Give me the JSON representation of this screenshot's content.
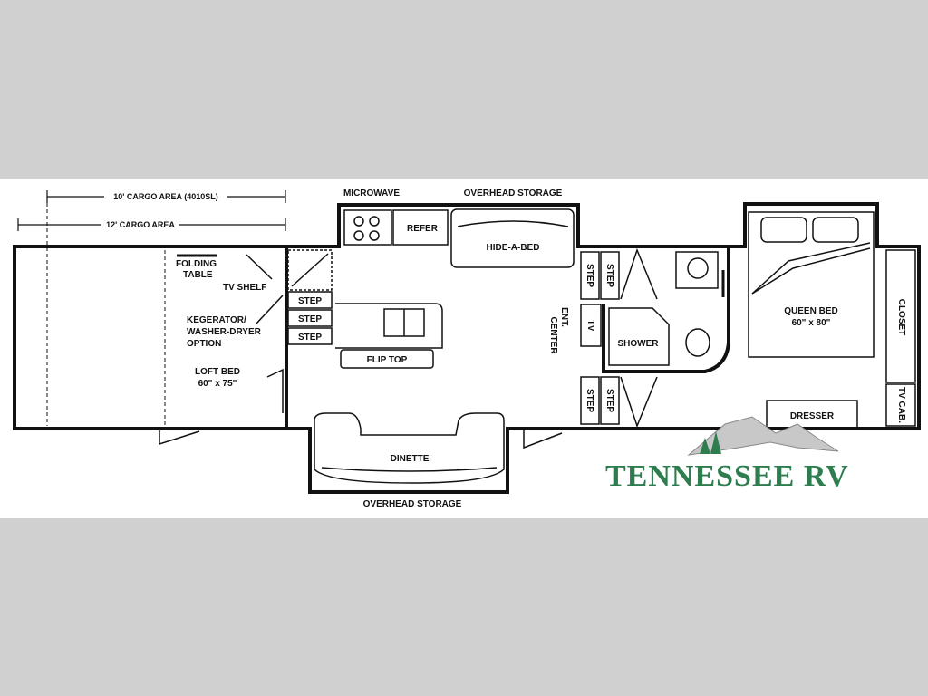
{
  "labels": {
    "cargo_10": "10' CARGO AREA (4010SL)",
    "cargo_12": "12' CARGO AREA",
    "microwave": "MICROWAVE",
    "overhead_top": "OVERHEAD STORAGE",
    "refer": "REFER",
    "hide_a_bed": "HIDE-A-BED",
    "folding_table_1": "FOLDING",
    "folding_table_2": "TABLE",
    "tv_shelf": "TV SHELF",
    "kegerator_1": "KEGERATOR/",
    "kegerator_2": "WASHER-DRYER",
    "kegerator_3": "OPTION",
    "loft_bed_1": "LOFT BED",
    "loft_bed_2": "60\" x 75\"",
    "step": "STEP",
    "flip_top": "FLIP TOP",
    "ent_center_1": "ENT.",
    "ent_center_2": "CENTER",
    "tv": "TV",
    "shower": "SHOWER",
    "queen_bed_1": "QUEEN BED",
    "queen_bed_2": "60\" x 80\"",
    "closet": "CLOSET",
    "tv_cab": "TV CAB.",
    "dresser": "DRESSER",
    "dinette": "DINETTE",
    "overhead_bottom": "OVERHEAD STORAGE"
  },
  "logo": {
    "text": "TENNESSEE RV",
    "color": "#2e7d4f"
  },
  "colors": {
    "background": "#d0d0d0",
    "panel": "#ffffff",
    "lines": "#111111"
  }
}
